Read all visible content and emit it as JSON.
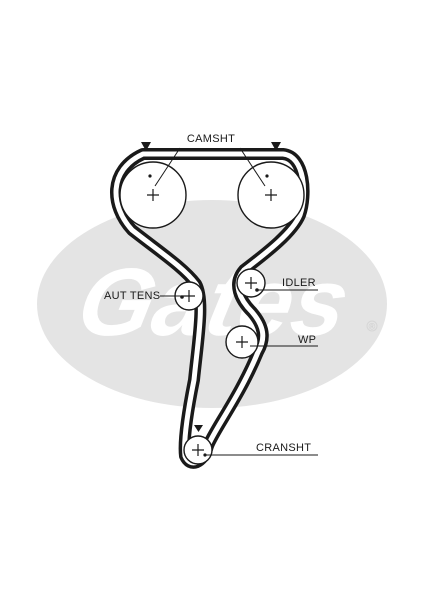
{
  "labels": {
    "camshaft": "CAMSHT",
    "idler": "IDLER",
    "tensioner": "AUT TENS",
    "water_pump": "WP",
    "crankshaft": "CRANSHT"
  },
  "watermark": {
    "text": "Gates",
    "trademark": "®",
    "color": "#e4e4e4"
  },
  "colors": {
    "belt": "#1a1a1a",
    "background": "#ffffff"
  }
}
